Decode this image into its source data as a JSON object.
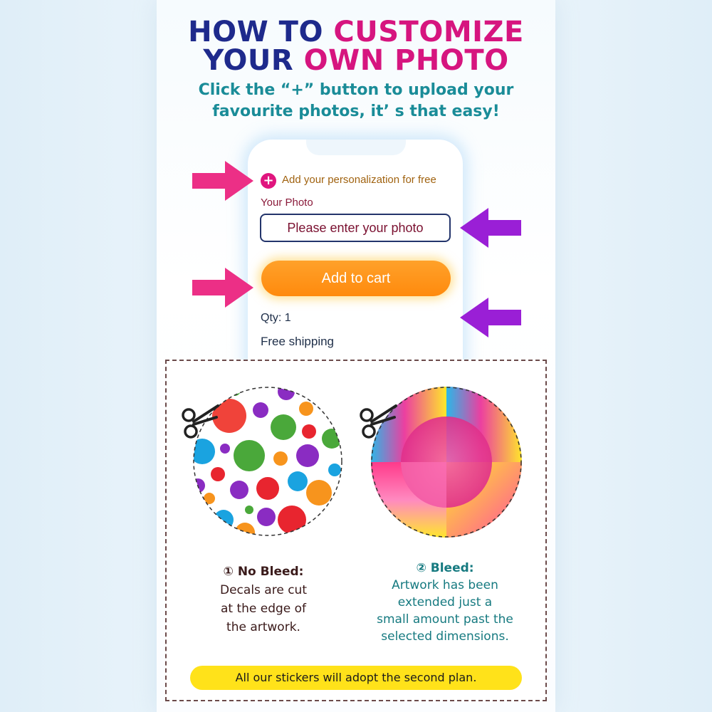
{
  "heading": {
    "line1_part1": "HOW TO ",
    "line1_part2": "CUSTOMIZE",
    "line2_part1": "YOUR ",
    "line2_part2": "OWN PHOTO",
    "colors": {
      "navy": "#1e2a8c",
      "magenta": "#d6157f"
    }
  },
  "subtitle": {
    "line1": "Click the “+” button to upload your",
    "line2": "favourite photos, it’ s that easy!"
  },
  "phone": {
    "plus_icon": "+",
    "add_personalization_label": "Add your personalization for free",
    "photo_label": "Your Photo",
    "photo_placeholder": "Please enter your photo",
    "cart_button_label": "Add to cart",
    "qty_text": "Qty: 1",
    "shipping_text": "Free shipping"
  },
  "arrows": {
    "left_color": "#ec2f86",
    "right_color": "#9a1fd6"
  },
  "examples": {
    "no_bleed": {
      "heading": "① No Bleed:",
      "lines": [
        "Decals are cut",
        "at the edge of",
        "the artwork."
      ],
      "icon": "scissors-icon"
    },
    "bleed": {
      "heading": "② Bleed:",
      "lines": [
        "Artwork has been",
        "extended just a",
        "small amount past the",
        "selected dimensions."
      ],
      "icon": "scissors-icon"
    }
  },
  "banner": {
    "text": "All our stickers will adopt the second plan."
  }
}
